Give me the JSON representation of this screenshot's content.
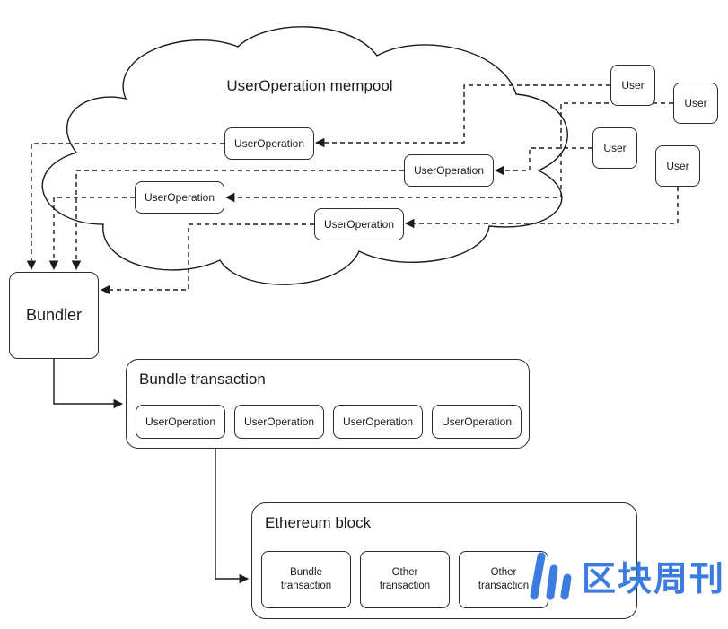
{
  "colors": {
    "stroke": "#1a1a1a",
    "watermark_blue": "#3b7ce0",
    "background": "#ffffff"
  },
  "mempool": {
    "title": "UserOperation mempool",
    "operations": [
      "UserOperation",
      "UserOperation",
      "UserOperation",
      "UserOperation"
    ]
  },
  "users": [
    {
      "label": "User"
    },
    {
      "label": "User"
    },
    {
      "label": "User"
    },
    {
      "label": "User"
    }
  ],
  "bundler": {
    "label": "Bundler"
  },
  "bundle_transaction": {
    "title": "Bundle transaction",
    "operations": [
      "UserOperation",
      "UserOperation",
      "UserOperation",
      "UserOperation"
    ]
  },
  "ethereum_block": {
    "title": "Ethereum block",
    "transactions": [
      {
        "line1": "Bundle",
        "line2": "transaction"
      },
      {
        "line1": "Other",
        "line2": "transaction"
      },
      {
        "line1": "Other",
        "line2": "transaction"
      }
    ]
  },
  "watermark": {
    "text": "区块周刊"
  }
}
